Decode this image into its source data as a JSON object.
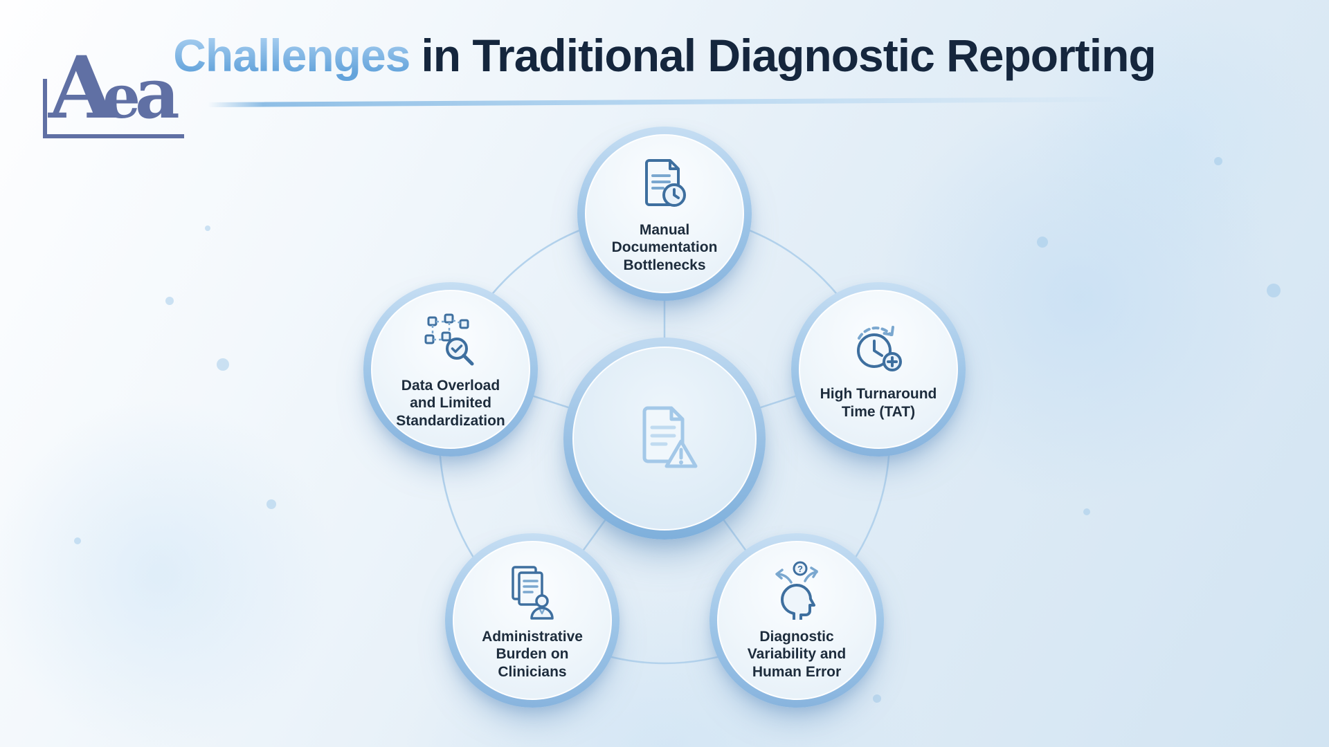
{
  "header": {
    "title_highlight": "Challenges",
    "title_rest": "in Traditional Diagnostic Reporting"
  },
  "logo": {
    "letters": [
      "A",
      "e",
      "a"
    ]
  },
  "diagram": {
    "center": {
      "icon": "document-warning-icon"
    },
    "nodes": [
      {
        "label": "Manual\nDocumentation\nBottlenecks",
        "icon": "document-clock-icon"
      },
      {
        "label": "High Turnaround\nTime (TAT)",
        "icon": "clock-turnaround-icon"
      },
      {
        "label": "Data Overload\nand Limited\nStandardization",
        "icon": "data-magnifier-icon"
      },
      {
        "label": "Administrative\nBurden on\nClinicians",
        "icon": "documents-clinician-icon"
      },
      {
        "label": "Diagnostic\nVariability and\nHuman Error",
        "icon": "head-question-icon"
      }
    ]
  },
  "colors": {
    "icon_stroke": "#3e6f9f",
    "icon_stroke_light": "#7aa7cf",
    "ring": "#9cc4e7",
    "connector": "#b3d2ec",
    "title_navy": "#15263d",
    "title_blue": "#63a3db",
    "label_text": "#1d2c3c",
    "logo_blue": "#6070a4"
  }
}
